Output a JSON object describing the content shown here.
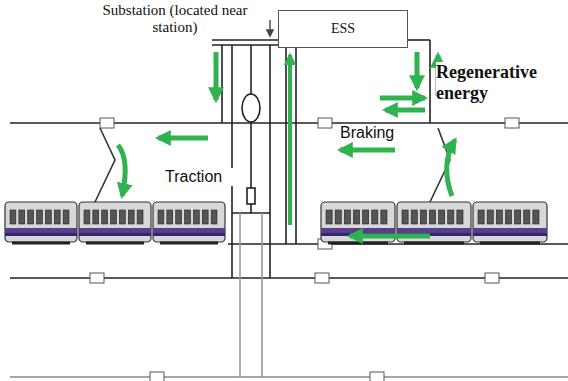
{
  "diagram": {
    "nodes": [
      {
        "text": [
          "ESS"
        ]
      }
    ],
    "labels": [
      "Substation (located near station)",
      "Regenerative energy",
      "Traction",
      "Braking"
    ]
  }
}
